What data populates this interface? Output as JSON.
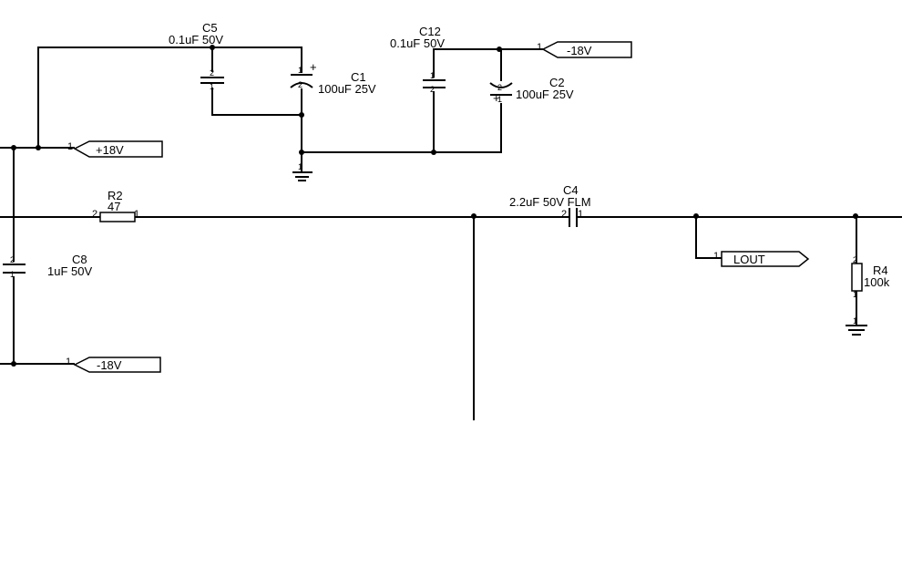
{
  "components": {
    "C5": {
      "ref": "C5",
      "value": "0.1uF  50V"
    },
    "C1": {
      "ref": "C1",
      "value": "100uF  25V"
    },
    "C12": {
      "ref": "C12",
      "value": "0.1uF  50V"
    },
    "C2": {
      "ref": "C2",
      "value": "100uF  25V"
    },
    "R2": {
      "ref": "R2",
      "value": "47"
    },
    "C4": {
      "ref": "C4",
      "value": "2.2uF  50V  FLM"
    },
    "C8": {
      "ref": "C8",
      "value": "1uF  50V"
    },
    "R4": {
      "ref": "R4",
      "value": "100k"
    }
  },
  "ports": {
    "p1": {
      "label": "+18V",
      "pin": "1"
    },
    "p2": {
      "label": "-18V",
      "pin": "1"
    },
    "p3": {
      "label": "-18V",
      "pin": "1"
    },
    "p4": {
      "label": "LOUT",
      "pin": "1"
    }
  },
  "pins": {
    "one": "1",
    "two": "2"
  },
  "polarity": {
    "plus": "+"
  }
}
